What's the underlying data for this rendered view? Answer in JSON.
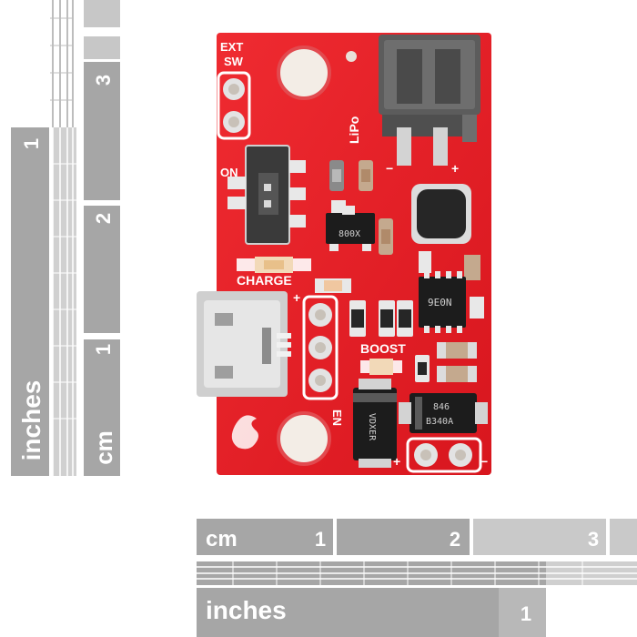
{
  "rulers": {
    "vertical_cm": {
      "unit_label": "cm",
      "ticks": [
        "1",
        "2",
        "3"
      ]
    },
    "vertical_inches": {
      "unit_label": "inches",
      "ticks": [
        "1"
      ]
    },
    "horizontal_cm": {
      "unit_label": "cm",
      "ticks": [
        "1",
        "2",
        "3"
      ]
    },
    "horizontal_inches": {
      "unit_label": "inches",
      "ticks": [
        "1"
      ]
    }
  },
  "board": {
    "labels": {
      "ext": "EXT",
      "sw": "SW",
      "on": "ON",
      "charge": "CHARGE",
      "boost": "BOOST",
      "en": "EN",
      "lipo": "LiPo",
      "plus": "+",
      "minus": "−"
    },
    "chips": {
      "regulator": "800X",
      "boost_ic": "9E0N",
      "diode_left": "VDXER",
      "diode_right_line1": "846",
      "diode_right_line2": "B340A"
    },
    "colors": {
      "pcb": "#e8202a",
      "silkscreen": "#ffffff",
      "pad": "#d9d9d9",
      "ruler_gray": "#a6a6a6"
    }
  }
}
